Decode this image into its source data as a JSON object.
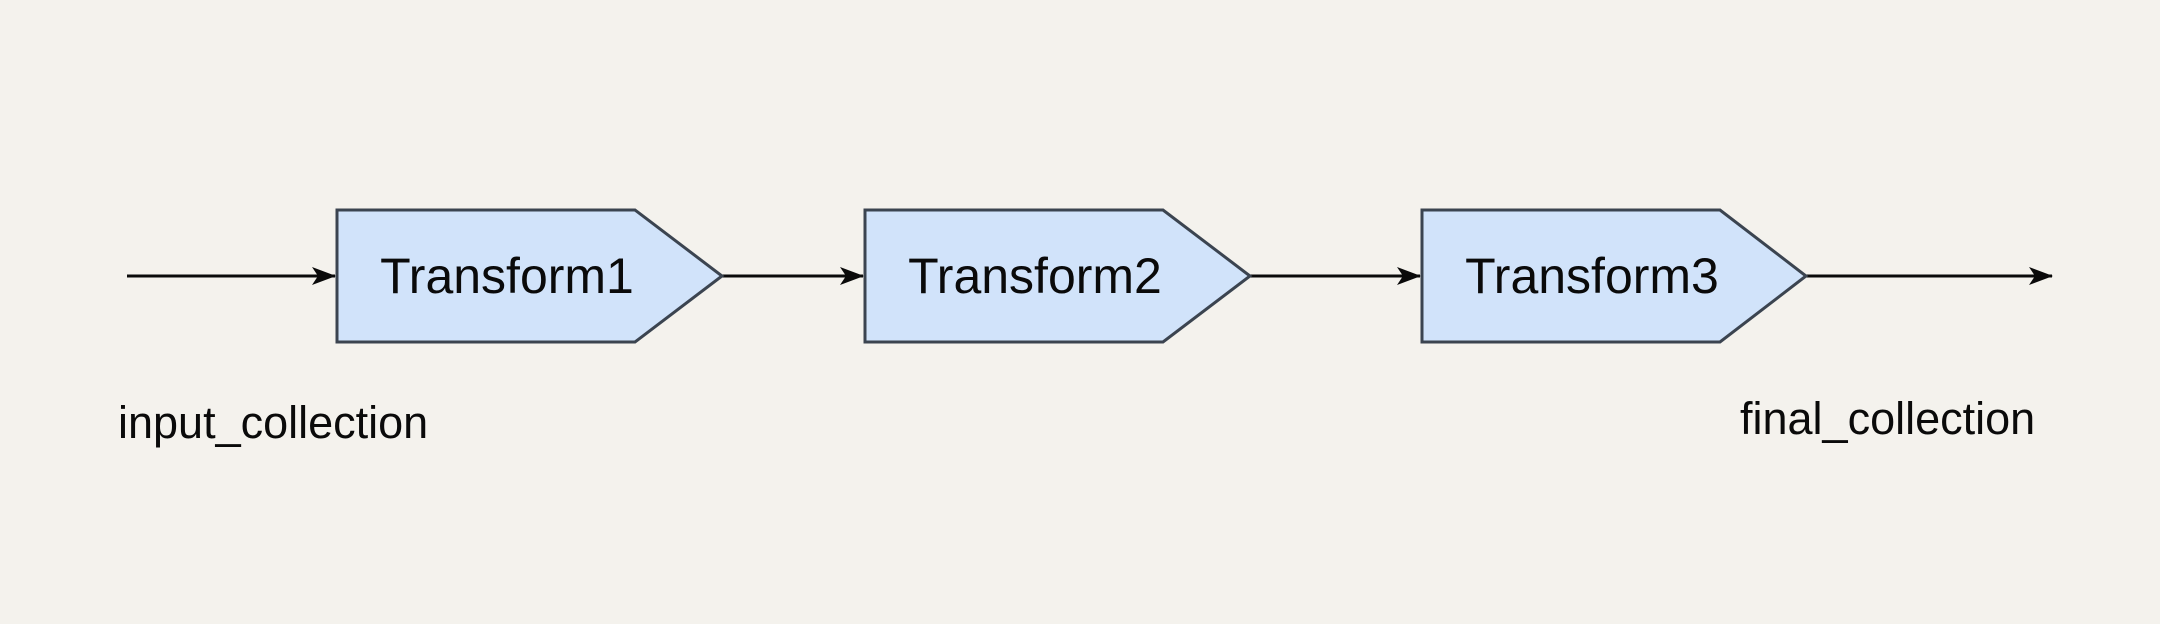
{
  "diagram": {
    "nodes": [
      {
        "id": "transform1",
        "label": "Transform1"
      },
      {
        "id": "transform2",
        "label": "Transform2"
      },
      {
        "id": "transform3",
        "label": "Transform3"
      }
    ],
    "labels": {
      "input": "input_collection",
      "final": "final_collection"
    },
    "connectors": [
      {
        "from": "input_collection",
        "to": "transform1"
      },
      {
        "from": "transform1",
        "to": "transform2"
      },
      {
        "from": "transform2",
        "to": "transform3"
      },
      {
        "from": "transform3",
        "to": "final_collection"
      }
    ],
    "colors": {
      "background": "#f4f2ed",
      "node_fill": "#d1e3fa",
      "node_border": "#3b4450",
      "arrow": "#0a0a0a",
      "text": "#0a0a0a"
    }
  }
}
